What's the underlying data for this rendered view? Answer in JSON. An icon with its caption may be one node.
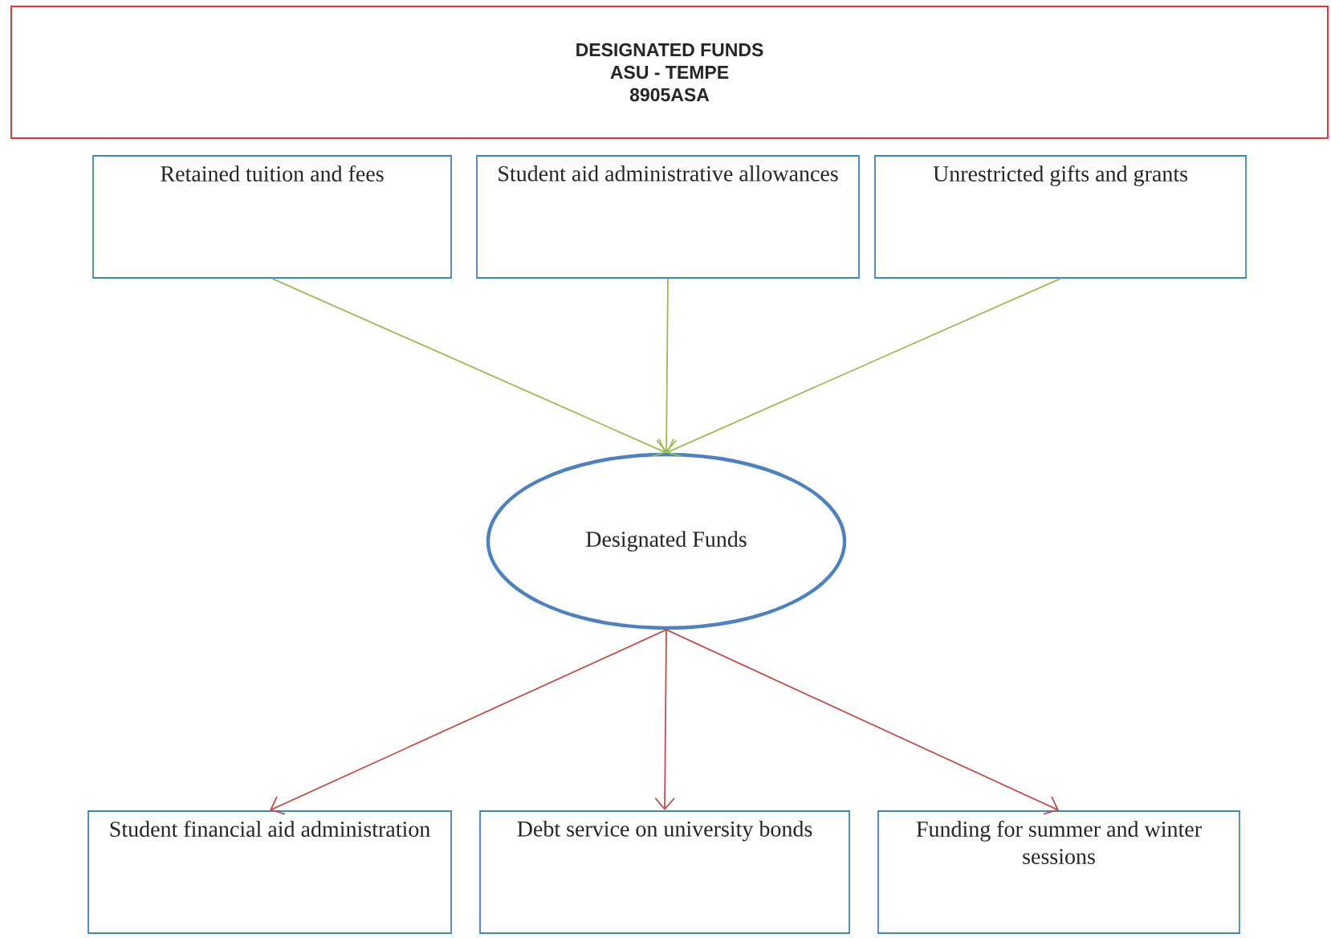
{
  "diagram": {
    "nodes": [
      {
        "text": [
          "DESIGNATED FUNDS",
          "ASU - TEMPE",
          "8905ASA"
        ]
      },
      {
        "text": [
          "Retained tuition and fees"
        ]
      },
      {
        "text": [
          "Student aid administrative allowances"
        ]
      },
      {
        "text": [
          "Unrestricted gifts and grants"
        ]
      },
      {
        "text": [
          "Designated Funds"
        ]
      },
      {
        "text": [
          "Student financial aid administration"
        ]
      },
      {
        "text": [
          "Debt service on university bonds"
        ]
      },
      {
        "text": [
          "Funding for summer and winter sessions"
        ]
      }
    ],
    "edges": [
      {
        "from": 1,
        "to": 4,
        "arrow": "to",
        "color": "#9bbb59"
      },
      {
        "from": 2,
        "to": 4,
        "arrow": "to",
        "color": "#9bbb59"
      },
      {
        "from": 3,
        "to": 4,
        "arrow": "to",
        "color": "#9bbb59"
      },
      {
        "from": 4,
        "to": 5,
        "arrow": "to",
        "color": "#c0504d"
      },
      {
        "from": 4,
        "to": 6,
        "arrow": "to",
        "color": "#c0504d"
      },
      {
        "from": 4,
        "to": 7,
        "arrow": "to",
        "color": "#c0504d"
      }
    ]
  }
}
